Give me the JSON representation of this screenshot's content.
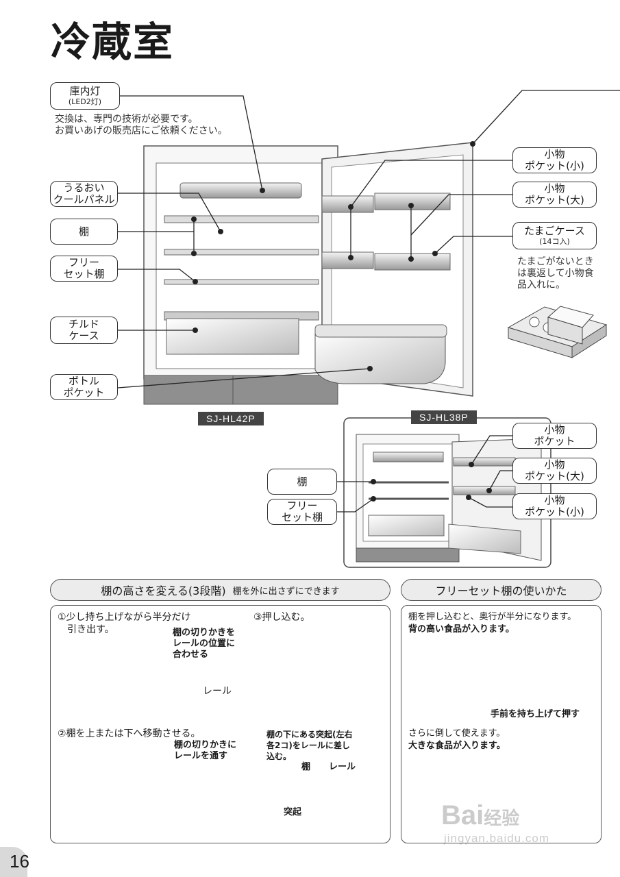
{
  "page": {
    "title": "冷蔵室",
    "page_number": "16"
  },
  "labels": {
    "lamp": "庫内灯",
    "lamp_sub": "(LED2灯)",
    "lamp_note": "交換は、専門の技術が必要です。\nお買いあげの販売店にご依頼ください。",
    "cool_panel": "うるおい\nクールパネル",
    "shelf": "棚",
    "free_shelf": "フリー\nセット棚",
    "chilled_case": "チルド\nケース",
    "bottle_pocket": "ボトル\nポケット",
    "small_pocket_small": "小物\nポケット(小)",
    "small_pocket_large": "小物\nポケット(大)",
    "egg_case": "たまごケース",
    "egg_case_sub": "(14コ入)",
    "egg_note": "たまごがないとき\nは裏返して小物食\n品入れに。"
  },
  "models": {
    "main": "SJ-HL42P",
    "sub": "SJ-HL38P"
  },
  "sub_labels": {
    "shelf": "棚",
    "free_shelf": "フリー\nセット棚",
    "pocket": "小物\nポケット",
    "pocket_large": "小物\nポケット(大)",
    "pocket_small": "小物\nポケット(小)"
  },
  "section_left": {
    "heading": "棚の高さを変える(3段階)",
    "heading_small": "棚を外に出さずにできます",
    "step1": "①少し持ち上げながら半分だけ\n　引き出す。",
    "step1_callout": "棚の切りかきを\nレールの位置に\n合わせる",
    "rail": "レール",
    "step2": "②棚を上または下へ移動させる。",
    "step2_callout": "棚の切りかきに\nレールを通す",
    "step3": "③押し込む。",
    "detail_note": "棚の下にある突起(左右\n各2コ)をレールに差し\n込む。",
    "detail_shelf": "棚",
    "detail_rail": "レール",
    "detail_bump": "突起"
  },
  "section_right": {
    "heading": "フリーセット棚の使いかた",
    "text1": "棚を押し込むと、奥行が半分になります。",
    "text1_bold": "背の高い食品が入ります。",
    "caption1": "手前を持ち上げて押す",
    "text2": "さらに倒して使えます。",
    "text2_bold": "大きな食品が入ります。"
  },
  "watermark": {
    "brand": "Bai",
    "brand2": "经验",
    "url": "jingyan.baidu.com"
  }
}
